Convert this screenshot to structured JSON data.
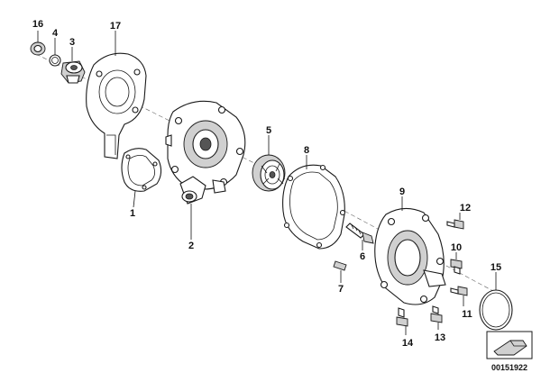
{
  "callouts": [
    {
      "id": "c16",
      "label": "16"
    },
    {
      "id": "c4",
      "label": "4"
    },
    {
      "id": "c3",
      "label": "3"
    },
    {
      "id": "c17",
      "label": "17"
    },
    {
      "id": "c1",
      "label": "1"
    },
    {
      "id": "c2",
      "label": "2"
    },
    {
      "id": "c5",
      "label": "5"
    },
    {
      "id": "c8",
      "label": "8"
    },
    {
      "id": "c7",
      "label": "7"
    },
    {
      "id": "c6",
      "label": "6"
    },
    {
      "id": "c9",
      "label": "9"
    },
    {
      "id": "c12",
      "label": "12"
    },
    {
      "id": "c10",
      "label": "10"
    },
    {
      "id": "c15",
      "label": "15"
    },
    {
      "id": "c11",
      "label": "11"
    },
    {
      "id": "c14",
      "label": "14"
    },
    {
      "id": "c13",
      "label": "13"
    }
  ],
  "reference_number": "00151922"
}
